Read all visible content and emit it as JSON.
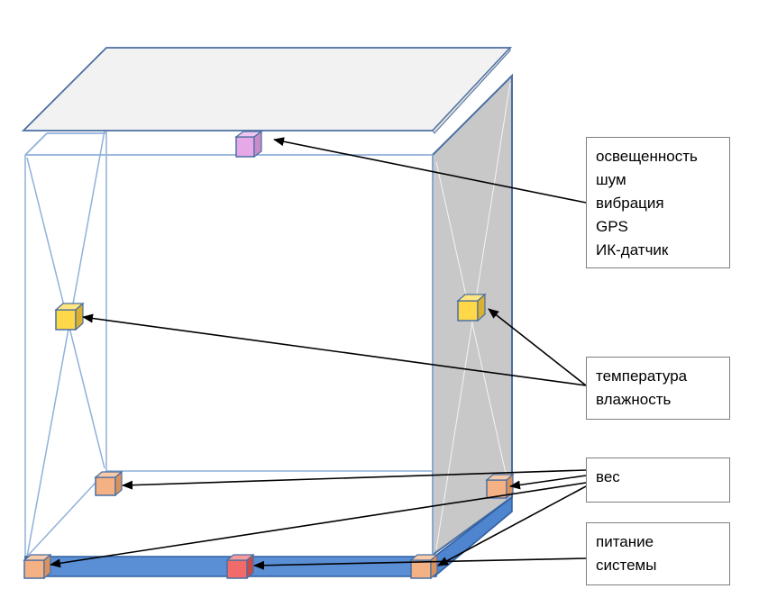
{
  "colors": {
    "frame_line": "#8fb1d8",
    "frame_edge": "#4a6fa3",
    "top_panel_fill": "#f2f2f2",
    "side_panel_fill": "#c8c8c8",
    "base_bar_fill": "#5a8fd6",
    "sensor_pink": "#e6a8e6",
    "sensor_yellow": "#ffd84a",
    "sensor_orange": "#f4b183",
    "sensor_red": "#f26b6b",
    "box_border": "#7f7f7f",
    "arrow": "#000000"
  },
  "labels": {
    "top_sensors": [
      "освещенность",
      "шум",
      "вибрация",
      "GPS",
      "ИК-датчик"
    ],
    "climate_sensors": [
      "температура",
      "влажность"
    ],
    "weight_sensors": [
      "вес"
    ],
    "power_sensors": [
      "питание",
      "системы"
    ]
  }
}
